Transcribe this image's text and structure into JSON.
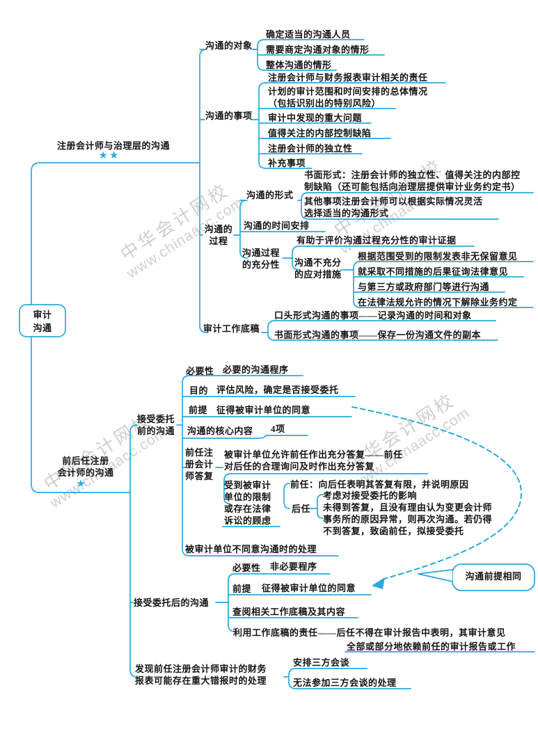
{
  "watermark": {
    "line1": "中华会计网校",
    "line2": "www.chinaacc.com"
  },
  "root": {
    "label": "审计\n沟通"
  },
  "b1": {
    "label": "注册会计师与治理层的沟通",
    "stars": "★★",
    "obj": {
      "label": "沟通的对象",
      "items": [
        "确定适当的沟通人员",
        "需要商定沟通对象的情形",
        "整体沟通的情形"
      ]
    },
    "matters": {
      "label": "沟通的事项",
      "items": [
        "注册会计师与财务报表审计相关的责任",
        "计划的审计范围和时间安排的总体情况\n（包括识别出的特别风险）",
        "审计中发现的重大问题",
        "值得关注的内部控制缺陷",
        "注册会计师的独立性",
        "补充事项"
      ]
    },
    "process": {
      "label": "沟通的\n过程",
      "form": {
        "label": "沟通的形式",
        "items": [
          "书面形式：注册会计师的独立性、值得关注的内部控\n制缺陷（还可能包括向治理层提供审计业务约定书）",
          "其他事项注册会计师可以根据实际情况灵活\n选择适当的沟通形式"
        ]
      },
      "timing": {
        "label": "沟通的时间安排"
      },
      "adequacy": {
        "label": "沟通过程\n的充分性",
        "evidence": "有助于评价沟通过程充分性的审计证据",
        "response": {
          "label": "沟通不充分\n的应对措施",
          "items": [
            "根据范围受到的限制发表非无保留意见",
            "就采取不同措施的后果征询法律意见",
            "与第三方或政府部门等进行沟通",
            "在法律法规允许的情况下解除业务约定"
          ]
        }
      }
    },
    "workpaper": {
      "label": "审计工作底稿",
      "items": [
        "口头形式沟通的事项——记录沟通的时间和对象",
        "书面形式沟通的事项——保存一份沟通文件的副本"
      ]
    }
  },
  "b2": {
    "label": "前后任注册\n会计师的沟通",
    "stars": "★",
    "before": {
      "label": "接受委托\n前的沟通",
      "necessity": {
        "label": "必要性",
        "value": "必要的沟通程序"
      },
      "purpose": {
        "label": "目的",
        "value": "评估风险，确定是否接受委托"
      },
      "premise": {
        "label": "前提",
        "value": "征得被审计单位的同意"
      },
      "core": {
        "label": "沟通的核心内容",
        "value": "4项"
      },
      "reply": {
        "label": "前任注\n册会计\n师答复",
        "full": "被审计单位允许前任作出充分答复——前任\n对后任的合理询问及时作出充分答复",
        "limited": {
          "label": "受到被审计\n单位的限制\n或存在法律\n诉讼的顾虑",
          "predecessor": "前任：向后任表明其答复有限，并说明原因",
          "successor": {
            "label": "后任",
            "items": [
              "考虑对接受委托的影响",
              "未得到答复，且没有理由认为变更会计师\n事务所的原因异常，则再次沟通。若仍得\n不到答复，致函前任，拟接受委托"
            ]
          }
        }
      },
      "disagree": "被审计单位不同意沟通时的处理"
    },
    "after": {
      "label": "接受委托后的沟通",
      "necessity": {
        "label": "必要性",
        "value": "非必要程序"
      },
      "premise": {
        "label": "前提",
        "value": "征得被审计单位的同意"
      },
      "review": "查阅相关工作底稿及其内容",
      "responsibility": "利用工作底稿的责任——后任不得在审计报告中表明，其审计意见\n全部或部分地依赖前任的审计报告或工作"
    },
    "misstatement": {
      "label": "发现前任注册会计师审计的财务\n报表可能存在重大错报时的处理",
      "items": [
        "安排三方会谈",
        "无法参加三方会谈的处理"
      ]
    },
    "callout": "沟通前提相同"
  },
  "colors": {
    "line": "#29a9df",
    "text": "#151515",
    "star": "#29abe2",
    "watermark": "#c7c7c7"
  }
}
